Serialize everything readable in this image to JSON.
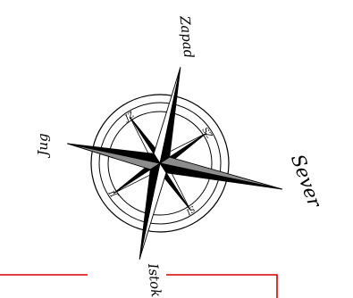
{
  "compass": {
    "directions": {
      "north_label": "Sever",
      "south_label": "Jug",
      "east_label": "Istok",
      "west_label": "Zapad"
    },
    "ring_labels": {
      "nw": "JZ",
      "ne": "SZ",
      "se": "SI",
      "sw": "JI"
    },
    "colors": {
      "ink": "#000000",
      "shade": "#8c8c8c",
      "light": "#ffffff",
      "frame_line": "#d40000"
    }
  }
}
